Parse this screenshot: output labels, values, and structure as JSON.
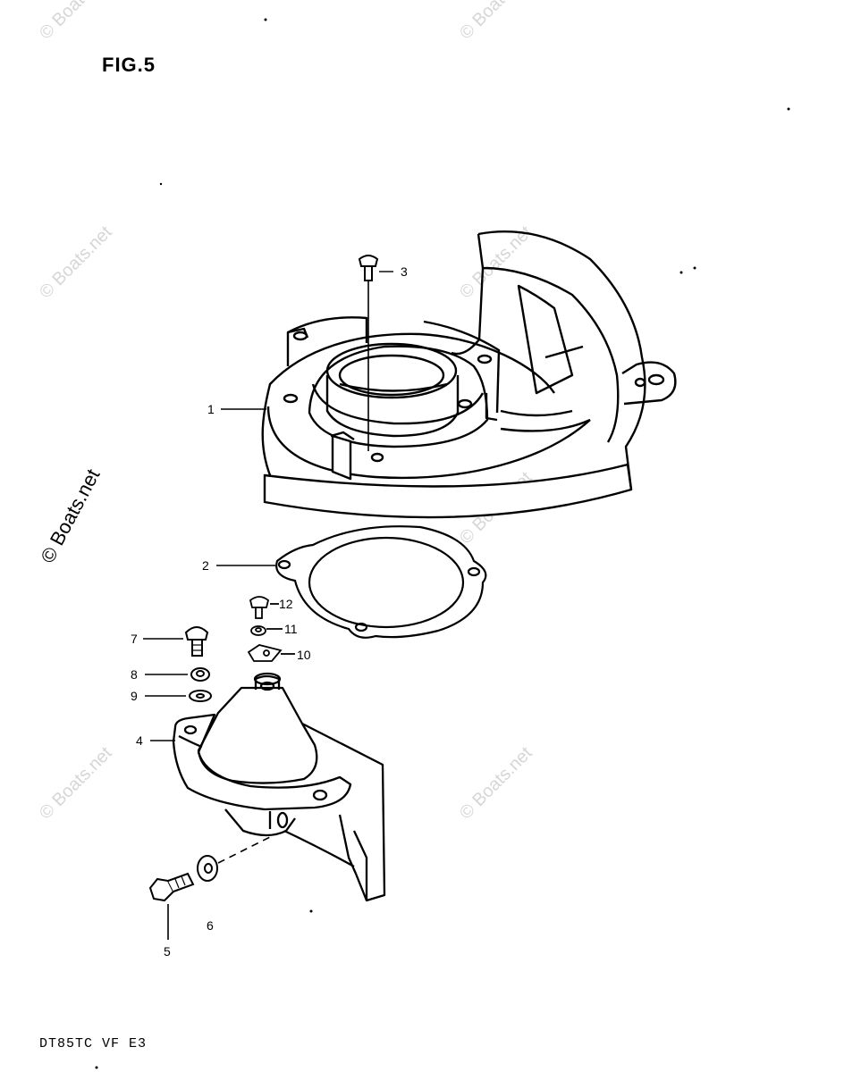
{
  "figure": {
    "title": "FIG.5"
  },
  "footer": {
    "model_code": "DT85TC VF E3"
  },
  "watermark": {
    "text": "© Boats.net"
  },
  "callouts": [
    {
      "number": "1"
    },
    {
      "number": "2"
    },
    {
      "number": "3"
    },
    {
      "number": "4"
    },
    {
      "number": "5"
    },
    {
      "number": "6"
    },
    {
      "number": "7"
    },
    {
      "number": "8"
    },
    {
      "number": "9"
    },
    {
      "number": "10"
    },
    {
      "number": "11"
    },
    {
      "number": "12"
    }
  ],
  "colors": {
    "line": "#000000",
    "watermark": "#d6d6d6",
    "background": "#ffffff"
  }
}
